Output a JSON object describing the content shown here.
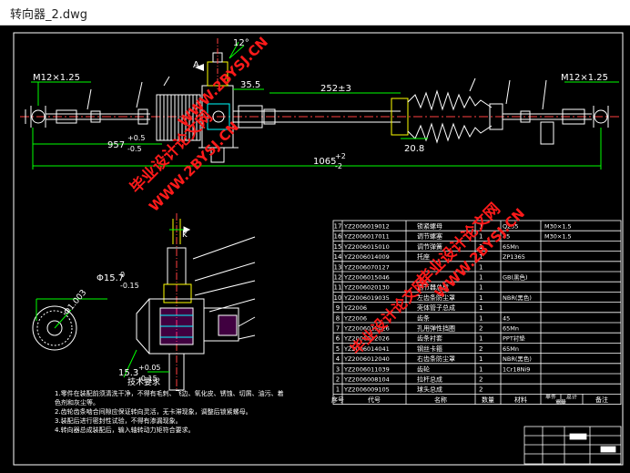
{
  "window": {
    "title": "转向器_2.dwg"
  },
  "dimensions": {
    "thread_left": "M12×1.25",
    "thread_right": "M12×1.25",
    "angle": "12°",
    "section_mark": "A",
    "dim_35_5": "35.5",
    "dim_252": "252±3",
    "dim_957": "957",
    "dim_957_tol_upper": "+0.5",
    "dim_957_tol_lower": "-0.5",
    "dim_20_8": "20.8",
    "dim_1065": "1065",
    "dim_1065_tol_upper": "+2",
    "dim_1065_tol_lower": "-2",
    "dim_15_7": "Φ15.7",
    "dim_15_7_tol_upper": "0",
    "dim_15_7_tol_lower": "-0.15",
    "dim_phi_1": "Φ1.003",
    "dim_15_3": "15.3",
    "dim_15_3_tol_upper": "+0.05",
    "dim_15_3_tol_lower": "-0.15",
    "section_k": "k"
  },
  "notes": {
    "title": "技术要求",
    "lines": [
      "1.零件在装配前须清洗干净，不得有毛刺、飞边、氧化皮、锈蚀、切屑、油污、着",
      "色剂和灰尘等。",
      "2.齿轮齿条啮合间隙应保证转向灵活，无卡滞现象，调整后锁紧螺母。",
      "3.装配后进行密封性试验，不得有渗漏现象。",
      "4.转向器总成装配后，输入轴转动力矩符合要求。"
    ]
  },
  "bom": {
    "rows": [
      {
        "no": "17",
        "code": "YZ2006019012",
        "name": "锁紧螺母",
        "qty": "1",
        "material": "Q235",
        "note": "M30×1.5"
      },
      {
        "no": "16",
        "code": "YZ2006017011",
        "name": "调节螺塞",
        "qty": "1",
        "material": "45",
        "note": "M30×1.5"
      },
      {
        "no": "15",
        "code": "YZ2006015010",
        "name": "调节弹簧",
        "qty": "1",
        "material": "65Mn",
        "note": ""
      },
      {
        "no": "14",
        "code": "YZ2006014009",
        "name": "托座",
        "qty": "1",
        "material": "ZP1365",
        "note": ""
      },
      {
        "no": "13",
        "code": "YZ2006070127",
        "name": "",
        "qty": "1",
        "material": "",
        "note": ""
      },
      {
        "no": "12",
        "code": "YZ2006015046",
        "name": "",
        "qty": "1",
        "material": "GB(黑色)",
        "note": ""
      },
      {
        "no": "11",
        "code": "YZ2006020130",
        "name": "调节器总成",
        "qty": "1",
        "material": "",
        "note": ""
      },
      {
        "no": "10",
        "code": "YZ2006019035",
        "name": "左齿条防尘罩",
        "qty": "1",
        "material": "NBR(黑色)",
        "note": ""
      },
      {
        "no": "9",
        "code": "YZ2006",
        "name": "壳体管子总成",
        "qty": "1",
        "material": "",
        "note": ""
      },
      {
        "no": "8",
        "code": "YZ2006",
        "name": "齿条",
        "qty": "1",
        "material": "45",
        "note": ""
      },
      {
        "no": "7",
        "code": "YZ2006015026",
        "name": "孔用弹性挡圈",
        "qty": "2",
        "material": "65Mn",
        "note": ""
      },
      {
        "no": "6",
        "code": "YZ2006042026",
        "name": "齿条衬套",
        "qty": "1",
        "material": "PPT衬垫",
        "note": ""
      },
      {
        "no": "5",
        "code": "YZ2006014041",
        "name": "钢丝卡箍",
        "qty": "2",
        "material": "65Mn",
        "note": ""
      },
      {
        "no": "4",
        "code": "YZ2006012040",
        "name": "右齿条防尘罩",
        "qty": "1",
        "material": "NBR(黑色)",
        "note": ""
      },
      {
        "no": "3",
        "code": "YZ2006011039",
        "name": "齿轮",
        "qty": "1",
        "material": "1Cr18Ni9",
        "note": ""
      },
      {
        "no": "2",
        "code": "YZ2006008104",
        "name": "拉杆总成",
        "qty": "2",
        "material": "",
        "note": ""
      },
      {
        "no": "1",
        "code": "YZ2006009105",
        "name": "球头总成",
        "qty": "2",
        "material": "",
        "note": ""
      }
    ],
    "header": {
      "no": "序号",
      "code": "代号",
      "name": "名称",
      "qty": "数量",
      "material": "材料",
      "unit_weight": "单件",
      "total_weight": "总计",
      "weight": "重量",
      "note": "备注"
    }
  },
  "watermarks": [
    "毕业设计论文网",
    "WWW.2BYSJ.CN"
  ],
  "colors": {
    "background": "#000000",
    "lines": "#ffffff",
    "yellow": "#ffff00",
    "cyan": "#00ffff",
    "red": "#ff0000",
    "green": "#00ff00",
    "magenta": "#ff00ff",
    "watermark": "#ff1a1a"
  }
}
